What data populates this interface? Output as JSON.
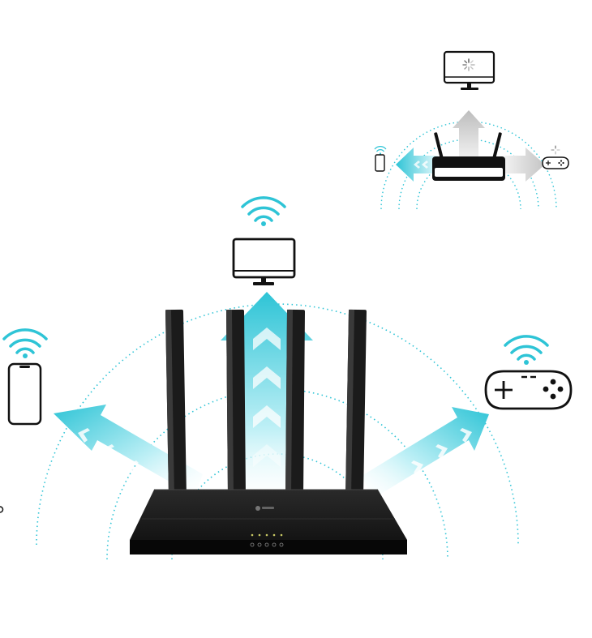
{
  "colors": {
    "accent": "#2ec4d6",
    "accent_light": "#bff0f6",
    "device": "#1a1a1a",
    "arrow_gray": "#c8c8c8",
    "background": "#ffffff"
  },
  "icons": [
    "wifi-icon",
    "monitor-icon",
    "smartphone-icon",
    "gamepad-icon",
    "router"
  ],
  "main_router": {
    "antenna_count": 4,
    "led_count": 5
  },
  "inset": {
    "antenna_count": 2
  }
}
